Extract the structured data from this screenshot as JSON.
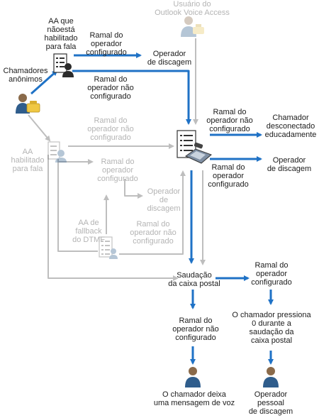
{
  "colors": {
    "primary": "#1f72c6",
    "secondary": "#bebebe",
    "text": "#1c1c1c",
    "text_muted": "#b4b4b4"
  },
  "icons": {
    "outlook_user": "phone-user-icon",
    "aa_not_speech": "auto-attendant-icon",
    "anonymous_callers": "caller-phone-icon",
    "aa_speech": "auto-attendant-icon",
    "aa_dtmf": "auto-attendant-icon",
    "central_system": "voicemail-server-icon",
    "caller_leaves_message": "person-icon",
    "personal_operator": "person-icon"
  },
  "labels": {
    "outlook_user": "Usuário do\nOutlook Voice Access",
    "aa_not_speech": "AA que\nnãoestá\nhabilitado\npara fala",
    "ext_configured_top": "Ramal do\noperador\nconfigurado",
    "operator_dialing_top": "Operador\nde discagem",
    "ext_not_configured_top": "Ramal do\noperador não\nconfigurado",
    "anonymous_callers": "Chamadores\nanônimos",
    "gray_ext_not_configured": "Ramal do\noperador não\nconfigurado",
    "ext_not_configured_right": "Ramal do\noperador não\nconfigurado",
    "caller_disconnected": "Chamador\ndesconectado\neducadamente",
    "aa_speech": "AA\nhabilitado\npara fala",
    "gray_ext_configured": "Ramal do\noperador\nconfigurado",
    "operator_dialing_right": "Operador\nde discagem",
    "ext_configured_right": "Ramal do\noperador\nconfigurado",
    "gray_operator_dialing": "Operador\nde\ndiscagem",
    "aa_dtmf": "AA de\nfallback\ndo DTMF",
    "gray_ext_not_configured_2": "Ramal do\noperador não\nconfigurado",
    "ext_configured_bottom": "Ramal do\noperador\nconfigurado",
    "mailbox_greeting": "Saudação\nda caixa postal",
    "ext_not_configured_bottom": "Ramal do\noperador não\nconfigurado",
    "caller_presses_zero": "O chamador pressiona\n0 durante a\nsaudação da\ncaixa postal",
    "caller_leaves_message": "O chamador deixa\numa mensagem de voz",
    "personal_operator": "Operador\npessoal\nde discagem"
  }
}
